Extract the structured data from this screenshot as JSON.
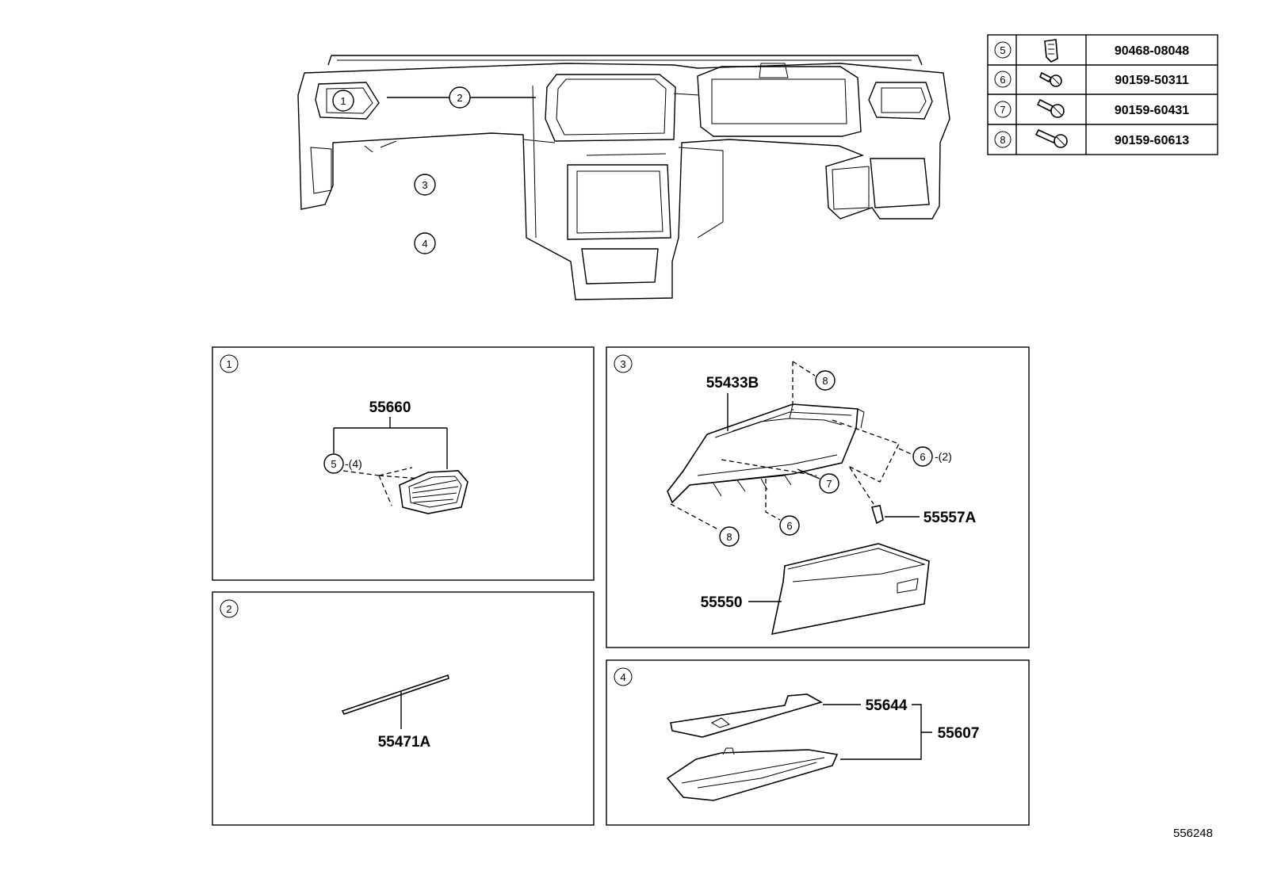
{
  "overview": {
    "callouts": [
      "1",
      "2",
      "3",
      "4"
    ]
  },
  "fastener_table": {
    "rows": [
      {
        "ref": "5",
        "icon": "clip-icon",
        "part": "90468-08048"
      },
      {
        "ref": "6",
        "icon": "screw-icon",
        "part": "90159-50311"
      },
      {
        "ref": "7",
        "icon": "screw-icon",
        "part": "90159-60431"
      },
      {
        "ref": "8",
        "icon": "screw-icon",
        "part": "90159-60613"
      }
    ]
  },
  "panels": {
    "p1": {
      "ref": "1",
      "assembly": "55660",
      "fastener_ref": "5",
      "fastener_qty": "-(4)"
    },
    "p2": {
      "ref": "2",
      "part": "55471A"
    },
    "p3": {
      "ref": "3",
      "upper": "55433B",
      "box": "55550",
      "damper": "55557A",
      "screw8_top": "8",
      "screw8_bottom": "8",
      "screw6_right": "6",
      "screw6_right_qty": "-(2)",
      "screw6_bottom": "6",
      "screw7": "7"
    },
    "p4": {
      "ref": "4",
      "part_a": "55644",
      "assembly": "55607"
    }
  },
  "diagram_number": "556248"
}
